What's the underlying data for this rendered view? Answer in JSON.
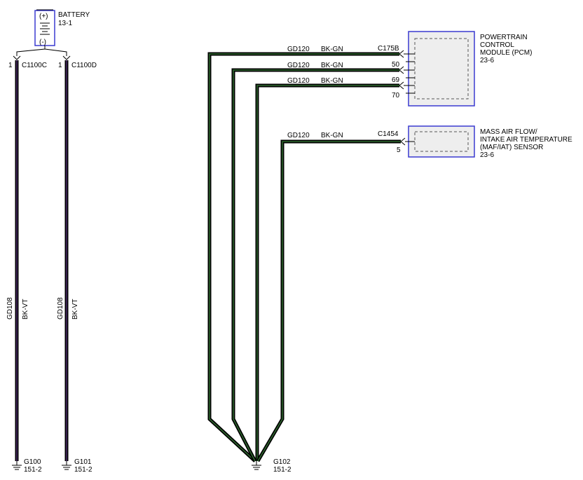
{
  "battery": {
    "name": "BATTERY",
    "ref": "13-1",
    "pos_label": "(+)",
    "neg_label": "(-)"
  },
  "left_wires": [
    {
      "pin": "1",
      "connector": "C1100C",
      "circuit": "GD108",
      "color": "BK-VT",
      "ground": "G100",
      "ground_ref": "151-2"
    },
    {
      "pin": "1",
      "connector": "C1100D",
      "circuit": "GD108",
      "color": "BK-VT",
      "ground": "G101",
      "ground_ref": "151-2"
    }
  ],
  "pcm": {
    "line1": "POWERTRAIN",
    "line2": "CONTROL",
    "line3": "MODULE (PCM)",
    "ref": "23-6",
    "connector": "C175B",
    "wires": [
      {
        "circuit": "GD120",
        "color": "BK-GN",
        "pin": ""
      },
      {
        "circuit": "GD120",
        "color": "BK-GN",
        "pin": "50"
      },
      {
        "circuit": "GD120",
        "color": "BK-GN",
        "pin": "69"
      }
    ],
    "extra_pin": "70"
  },
  "maf": {
    "line1": "MASS AIR FLOW/",
    "line2": "INTAKE AIR TEMPERATURE",
    "line3": "(MAF/IAT) SENSOR",
    "ref": "23-6",
    "connector": "C1454",
    "wire": {
      "circuit": "GD120",
      "color": "BK-GN",
      "pin": "5"
    }
  },
  "ground_right": {
    "name": "G102",
    "ref": "151-2"
  },
  "colors": {
    "wire_outer": "#000000",
    "wire_inner_vt": "#4a2a6a",
    "wire_inner_gn": "#2f6b2f",
    "module_border": "#3a3ad0",
    "module_fill": "#eeeeee",
    "battery_border": "#3a3ad0"
  }
}
